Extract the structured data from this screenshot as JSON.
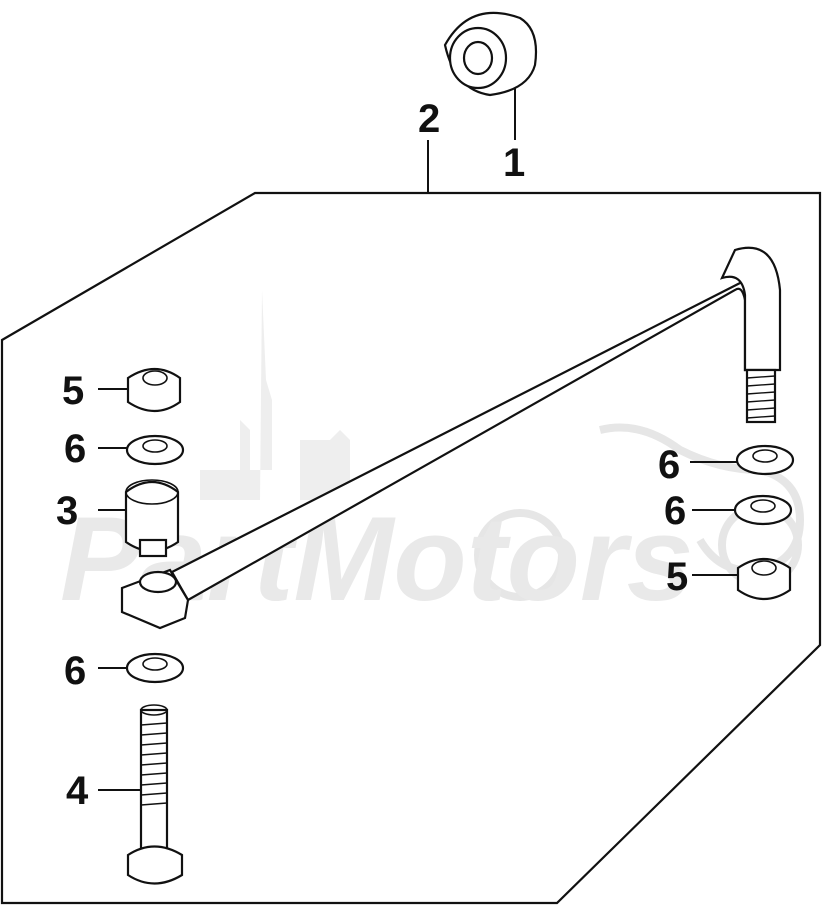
{
  "callouts": {
    "c1": "1",
    "c2": "2",
    "c3": "3",
    "c4": "4",
    "c5_upper_left": "5",
    "c5_right": "5",
    "c6_upper_left": "6",
    "c6_lower_left": "6",
    "c6_right_upper": "6",
    "c6_right_lower": "6"
  },
  "watermark": {
    "text": "PartMotors",
    "color": "#e9e9e9"
  },
  "colors": {
    "ink": "#111111",
    "paper": "#ffffff"
  }
}
